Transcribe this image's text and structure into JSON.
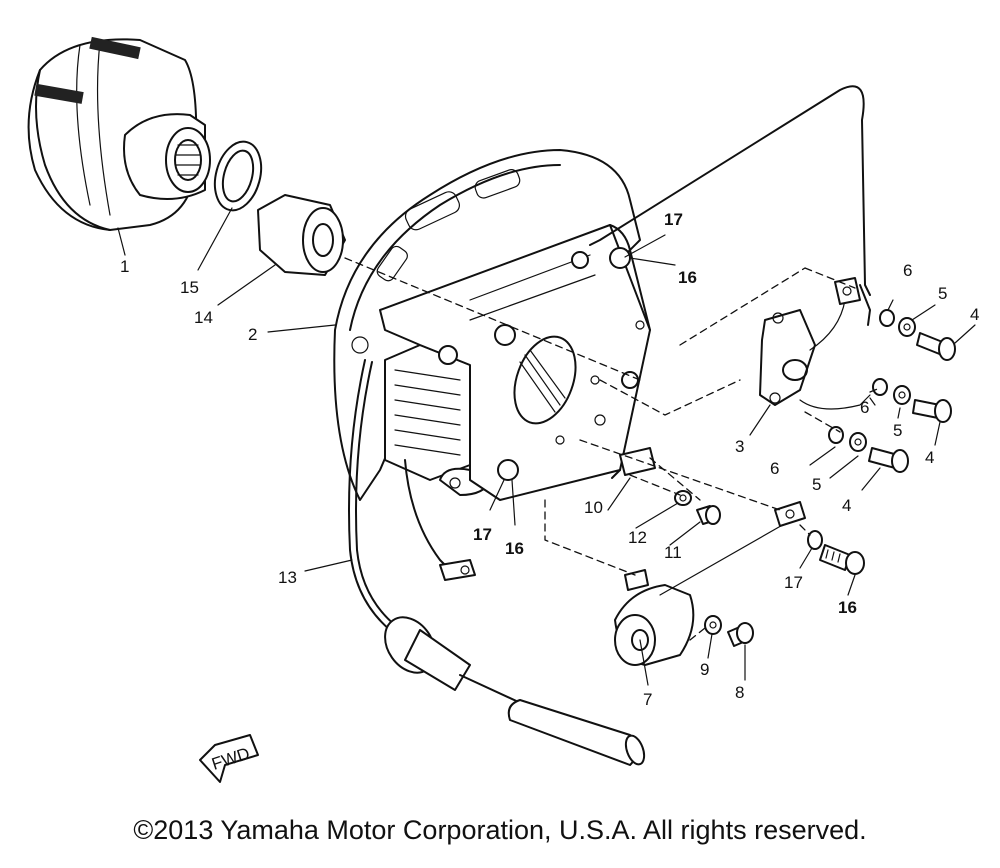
{
  "callouts": [
    {
      "id": "1",
      "label": "1"
    },
    {
      "id": "2",
      "label": "2"
    },
    {
      "id": "3",
      "label": "3"
    },
    {
      "id": "4a",
      "label": "4"
    },
    {
      "id": "4b",
      "label": "4"
    },
    {
      "id": "4c",
      "label": "4"
    },
    {
      "id": "5a",
      "label": "5"
    },
    {
      "id": "5b",
      "label": "5"
    },
    {
      "id": "5c",
      "label": "5"
    },
    {
      "id": "6a",
      "label": "6"
    },
    {
      "id": "6b",
      "label": "6"
    },
    {
      "id": "6c",
      "label": "6"
    },
    {
      "id": "7",
      "label": "7"
    },
    {
      "id": "8",
      "label": "8"
    },
    {
      "id": "9",
      "label": "9"
    },
    {
      "id": "10",
      "label": "10"
    },
    {
      "id": "11",
      "label": "11"
    },
    {
      "id": "12",
      "label": "12"
    },
    {
      "id": "13",
      "label": "13"
    },
    {
      "id": "14",
      "label": "14"
    },
    {
      "id": "15",
      "label": "15"
    },
    {
      "id": "16a",
      "label": "16"
    },
    {
      "id": "16b",
      "label": "16"
    },
    {
      "id": "16c",
      "label": "16"
    },
    {
      "id": "17a",
      "label": "17"
    },
    {
      "id": "17b",
      "label": "17"
    },
    {
      "id": "17c",
      "label": "17"
    }
  ],
  "fwd_label": "FWD",
  "copyright": "©2013 Yamaha Motor Corporation, U.S.A. All rights reserved."
}
